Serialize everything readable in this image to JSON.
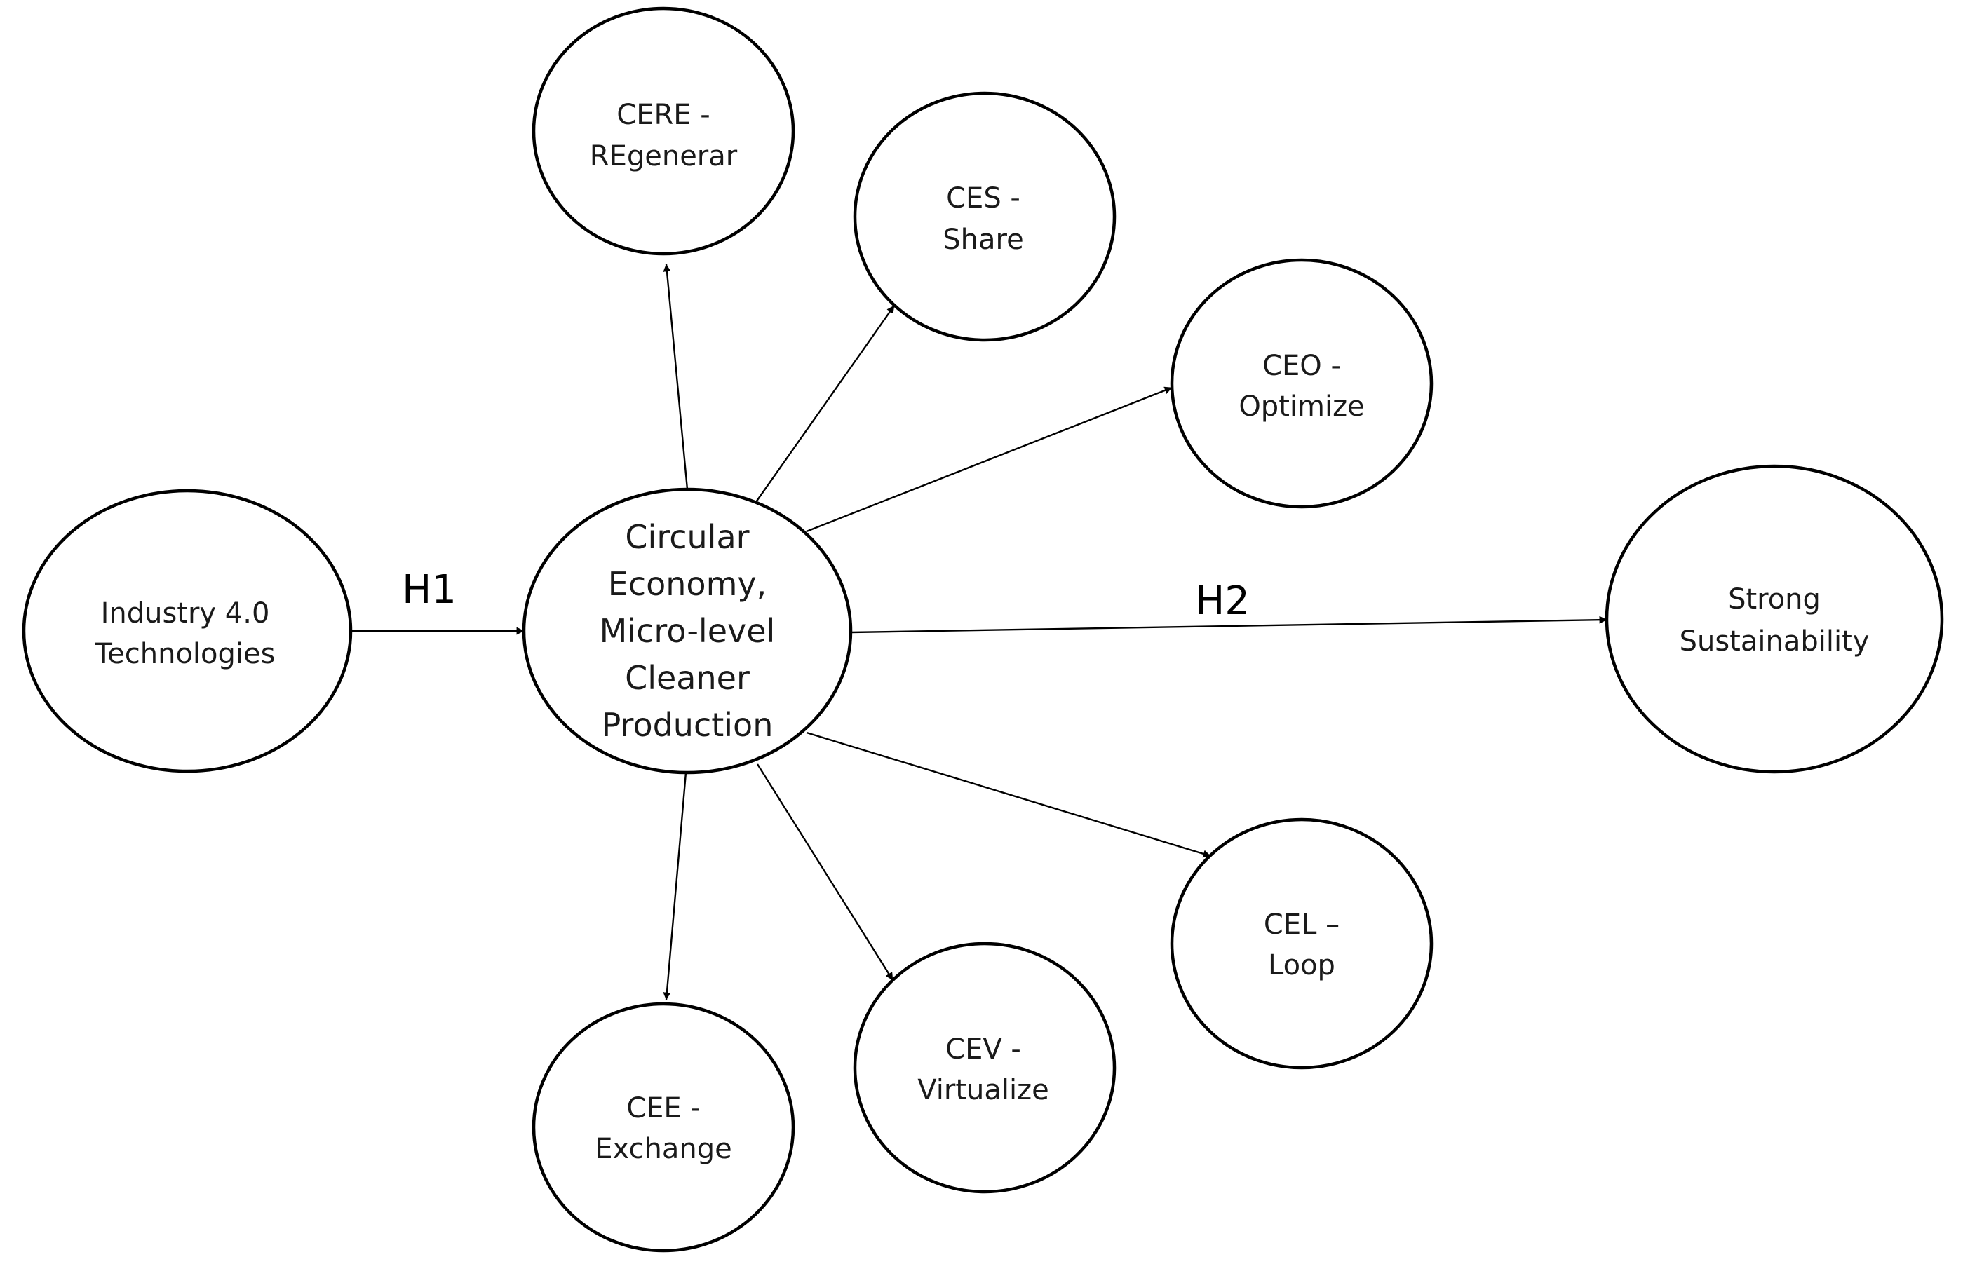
{
  "nodes": {
    "industry": {
      "lines": [
        "Industry 4.0",
        "Technologies"
      ]
    },
    "center": {
      "lines": [
        "Circular",
        "Economy,",
        "Micro-level",
        "Cleaner",
        "Production"
      ]
    },
    "strong": {
      "lines": [
        "Strong",
        "Sustainability"
      ]
    },
    "cere": {
      "lines": [
        "CERE -",
        "REgenerar"
      ]
    },
    "ces": {
      "lines": [
        "CES -",
        "Share"
      ]
    },
    "ceo": {
      "lines": [
        "CEO -",
        "Optimize"
      ]
    },
    "cel": {
      "lines": [
        "CEL –",
        "Loop"
      ]
    },
    "cev": {
      "lines": [
        "CEV -",
        "Virtualize"
      ]
    },
    "cee": {
      "lines": [
        "CEE -",
        "Exchange"
      ]
    }
  },
  "edges": {
    "h1": {
      "label": "H1"
    },
    "h2": {
      "label": "H2"
    }
  }
}
